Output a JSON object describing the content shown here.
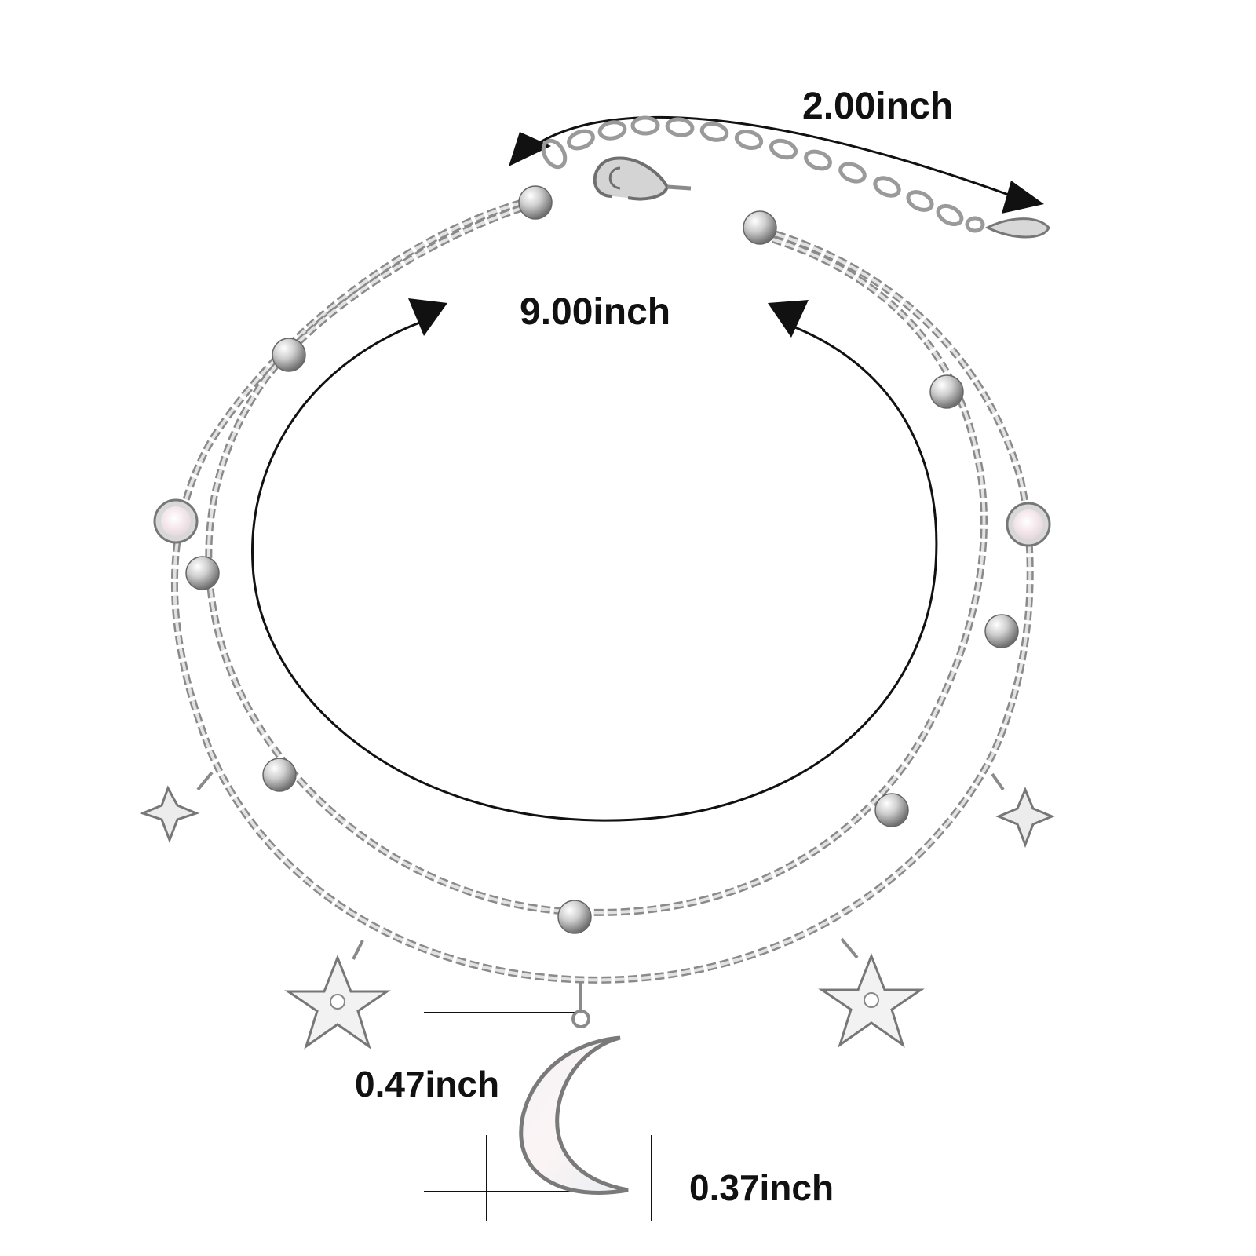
{
  "product": {
    "name": "",
    "colors": {
      "metal": "#c4c4c4",
      "metal_dark": "#8a8a8a",
      "opal": "#f3ece8",
      "arrow": "#111111",
      "background": "#ffffff"
    }
  },
  "dimensions": {
    "extender_length": "2.00inch",
    "bracelet_length": "9.00inch",
    "moon_height": "0.47inch",
    "moon_width": "0.37inch"
  },
  "icons": {
    "lobster_clasp": "clasp-icon",
    "extender_tip": "teardrop-icon",
    "opal_bezel": "opal-icon",
    "bead": "bead-icon",
    "sparkle_charm": "sparkle-star-icon",
    "star_charm": "star-icon",
    "moon_charm": "crescent-moon-icon"
  }
}
